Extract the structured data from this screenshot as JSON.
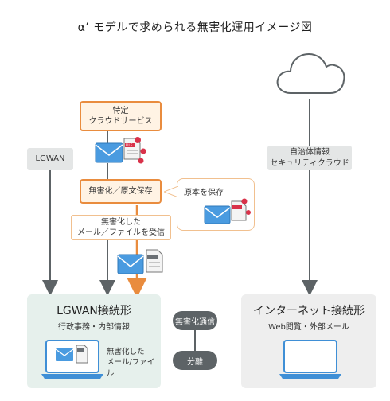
{
  "title": "α’ モデルで求められる無害化運用イメージ図",
  "cloud_label": "",
  "flow": {
    "service_box": "特定\nクラウドサービス",
    "sanitize_box": "無害化／原文保存",
    "received_box": "無害化した\nメール／ファイルを受信",
    "original_bubble": "原本を保存",
    "lgwan_box": "LGWAN",
    "security_cloud_box": "自治体情報\nセキュリティクラウド"
  },
  "icons": {
    "file_label": "FILE",
    "mail_icon": "envelope-icon",
    "virus_icon": "virus-icon",
    "laptop_icon": "laptop-icon",
    "cloud_icon": "cloud-icon"
  },
  "panels": {
    "lgwan": {
      "title": "LGWAN接続形",
      "subtitle": "行政事務・内部情報",
      "device_caption": "無害化した\nメール/ファイル"
    },
    "internet": {
      "title": "インターネット接続形",
      "subtitle": "Web閲覧・外部メール"
    }
  },
  "connector": {
    "top_pill": "無害化通信",
    "bottom_pill": "分離"
  },
  "colors": {
    "orange": "#e98c3e",
    "orange_fill": "#fff3e4",
    "blue": "#3f8fd6",
    "green_panel": "#e6f0ec",
    "gray_panel": "#eeeeee",
    "dark": "#5d6366",
    "virus_red": "#d9324a"
  }
}
